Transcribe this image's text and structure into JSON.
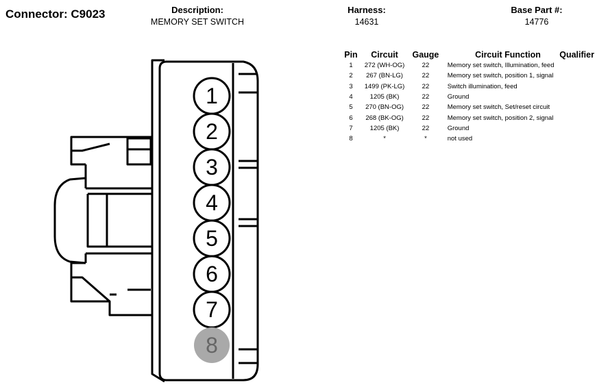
{
  "header": {
    "connector_title": "Connector: C9023",
    "description_label": "Description:",
    "description_value": "MEMORY SET SWITCH",
    "harness_label": "Harness:",
    "harness_value": "14631",
    "base_part_label": "Base Part #:",
    "base_part_value": "14776"
  },
  "table": {
    "columns": [
      "Pin",
      "Circuit",
      "Gauge",
      "Circuit Function",
      "Qualifier"
    ],
    "rows": [
      {
        "pin": "1",
        "circuit": "272 (WH-OG)",
        "gauge": "22",
        "function": "Memory set switch, Illumination, feed",
        "qualifier": ""
      },
      {
        "pin": "2",
        "circuit": "267 (BN-LG)",
        "gauge": "22",
        "function": "Memory set switch, position 1, signal",
        "qualifier": ""
      },
      {
        "pin": "3",
        "circuit": "1499 (PK-LG)",
        "gauge": "22",
        "function": "Switch illumination, feed",
        "qualifier": ""
      },
      {
        "pin": "4",
        "circuit": "1205 (BK)",
        "gauge": "22",
        "function": "Ground",
        "qualifier": ""
      },
      {
        "pin": "5",
        "circuit": "270 (BN-OG)",
        "gauge": "22",
        "function": "Memory set switch, Set/reset circuit",
        "qualifier": ""
      },
      {
        "pin": "6",
        "circuit": "268 (BK-OG)",
        "gauge": "22",
        "function": "Memory set switch, position 2, signal",
        "qualifier": ""
      },
      {
        "pin": "7",
        "circuit": "1205 (BK)",
        "gauge": "22",
        "function": "Ground",
        "qualifier": ""
      },
      {
        "pin": "8",
        "circuit": "*",
        "gauge": "*",
        "function": "not used",
        "qualifier": ""
      }
    ]
  },
  "connector": {
    "pins": [
      {
        "number": "1",
        "used": true
      },
      {
        "number": "2",
        "used": true
      },
      {
        "number": "3",
        "used": true
      },
      {
        "number": "4",
        "used": true
      },
      {
        "number": "5",
        "used": true
      },
      {
        "number": "6",
        "used": true
      },
      {
        "number": "7",
        "used": true
      },
      {
        "number": "8",
        "used": false
      }
    ],
    "unused_pin_color": "#a9a9a9"
  }
}
